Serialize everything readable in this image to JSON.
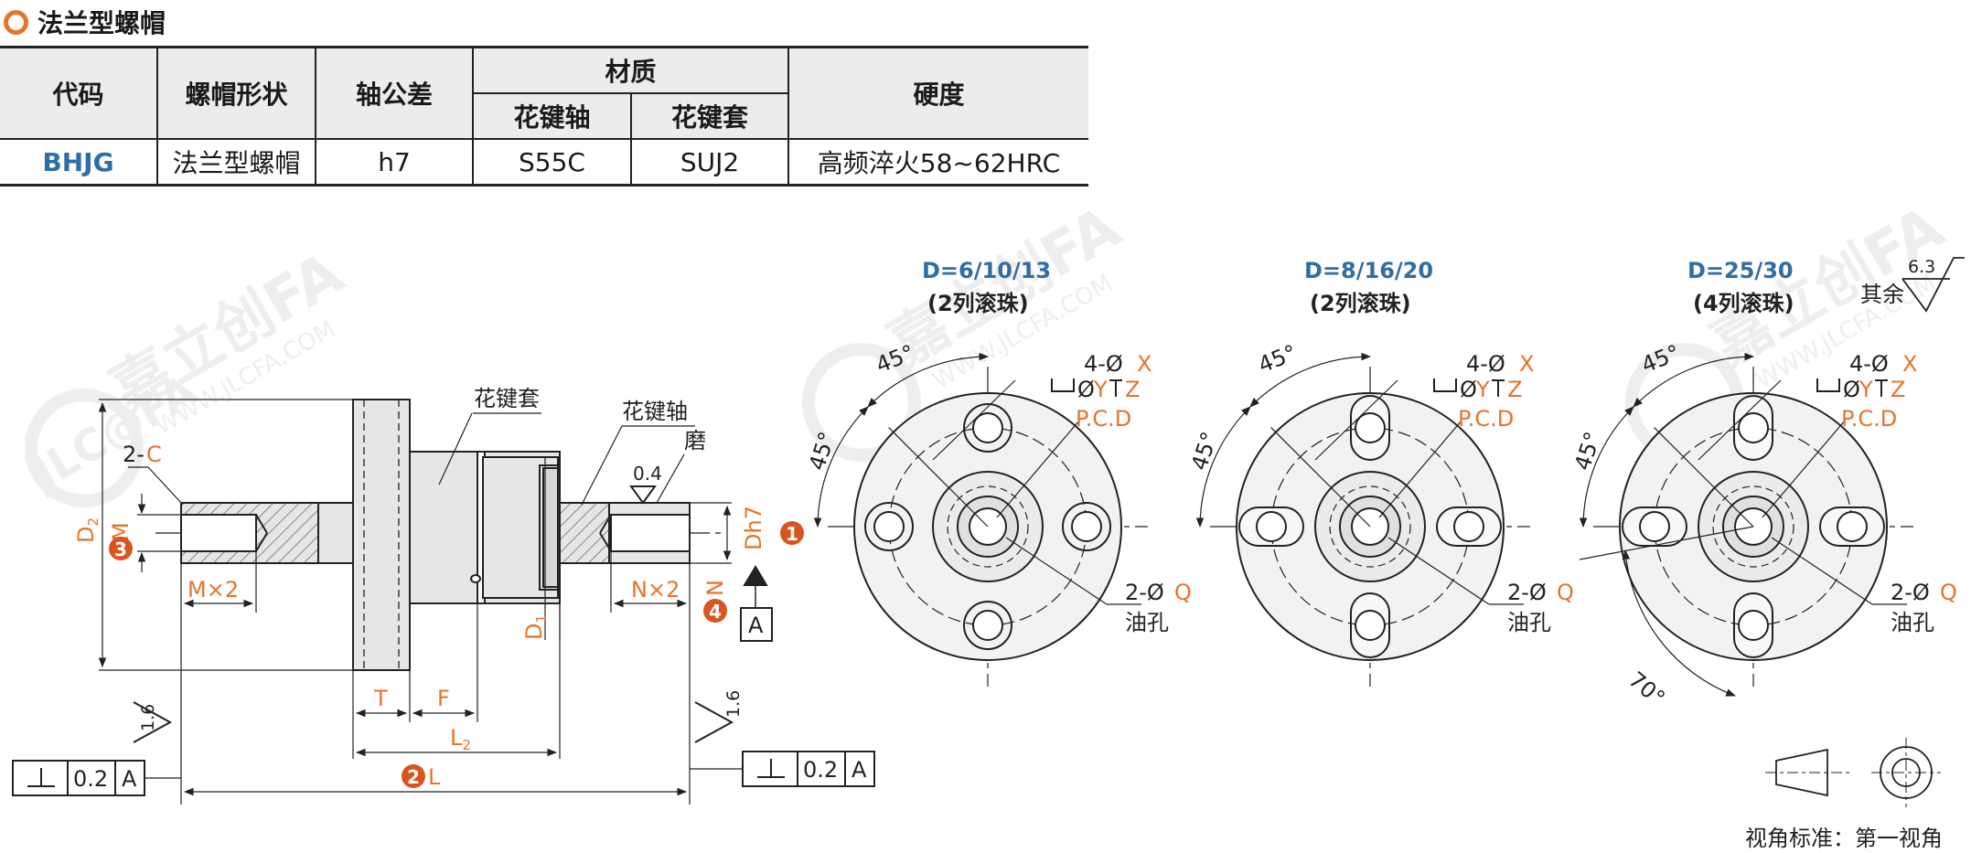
{
  "section_title": "法兰型螺帽",
  "table": {
    "headers": {
      "code": "代码",
      "nut_shape": "螺帽形状",
      "shaft_tolerance": "轴公差",
      "material": "材质",
      "spline_shaft": "花键轴",
      "spline_sleeve": "花键套",
      "hardness": "硬度"
    },
    "row": {
      "code": "BHJG",
      "nut_shape": "法兰型螺帽",
      "shaft_tolerance": "h7",
      "spline_shaft": "S55C",
      "spline_sleeve": "SUJ2",
      "hardness": "高频淬火58~62HRC"
    }
  },
  "side_view": {
    "sleeve_label": "花键套",
    "shaft_label": "花键轴",
    "grind_label": "磨",
    "grind_roughness": "0.4",
    "chamfer_prefix": "2-",
    "chamfer_var": "C",
    "dim_d2": "D",
    "dim_d2_sub": "2",
    "dim_m": "M",
    "dim_m_x2": "M×2",
    "dim_n_x2": "N×2",
    "dim_n": "N",
    "dim_d1": "D",
    "dim_d1_sub": "1",
    "dim_dh7": "Dh7",
    "dim_t": "T",
    "dim_f": "F",
    "dim_l2": "L",
    "dim_l2_sub": "2",
    "dim_l": "L",
    "datum": "A",
    "roughness_16": "1.6",
    "perp_tol": "0.2",
    "perp_datum": "A",
    "badge_1": "1",
    "badge_2": "2",
    "badge_3": "3",
    "badge_4": "4"
  },
  "end_views": [
    {
      "title": "D=6/10/13",
      "note": "(2列滚珠)",
      "angle": "45°",
      "angle2": "45°",
      "holes": "4-Ø",
      "x": "X",
      "cb": "ØY",
      "z": "Z",
      "pcd": "P.C.D",
      "oil": "2-Ø",
      "q": "Q",
      "oil_label": "油孔"
    },
    {
      "title": "D=8/16/20",
      "note": "(2列滚珠)",
      "angle": "45°",
      "angle2": "45°",
      "holes": "4-Ø",
      "x": "X",
      "cb": "ØY",
      "z": "Z",
      "pcd": "P.C.D",
      "oil": "2-Ø",
      "q": "Q",
      "oil_label": "油孔"
    },
    {
      "title": "D=25/30",
      "note": "(4列滚珠)",
      "angle": "45°",
      "angle2": "45°",
      "angle3": "70°",
      "holes": "4-Ø",
      "x": "X",
      "cb": "ØY",
      "z": "Z",
      "pcd": "P.C.D",
      "oil": "2-Ø",
      "q": "Q",
      "oil_label": "油孔"
    }
  ],
  "general_roughness": {
    "label": "其余",
    "value": "6.3"
  },
  "projection": {
    "label": "视角标准：第一视角"
  },
  "watermark": {
    "brand": "嘉立创FA",
    "url": "WWW.JLCFA.COM",
    "logo": "JLC@FA"
  },
  "colors": {
    "accent": "#e8732a",
    "code_blue": "#2f6ea5",
    "badge": "#d9541e",
    "line": "#222222"
  }
}
